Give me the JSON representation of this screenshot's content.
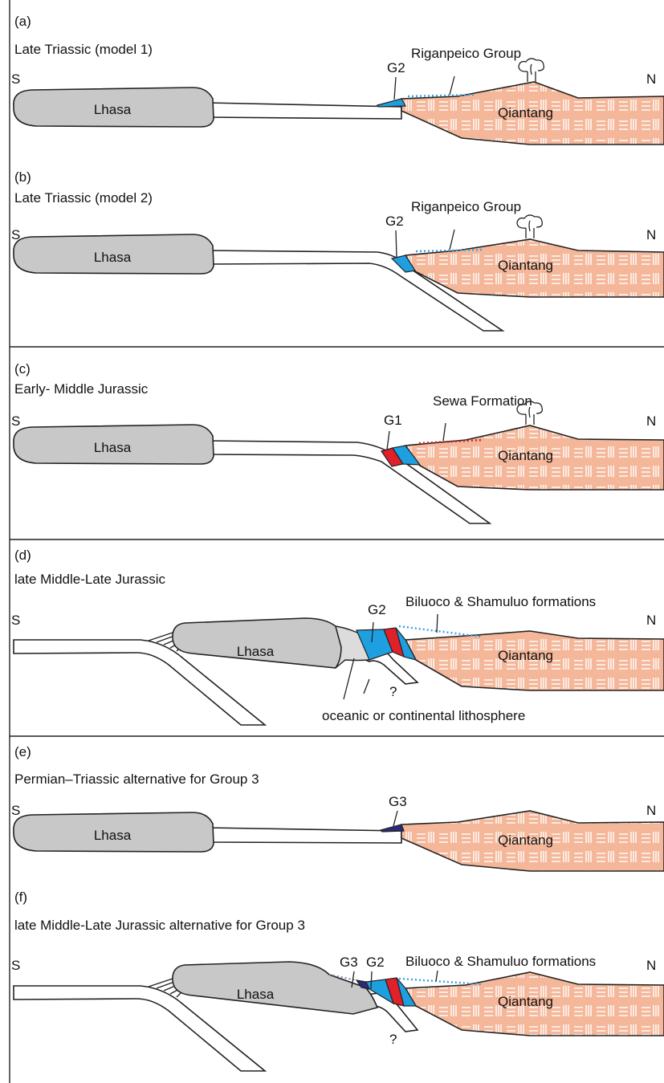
{
  "colors": {
    "lhasa": "#c8c8c8",
    "qiantang": "#f4b79a",
    "g2_blue": "#1ea0e0",
    "g1_red": "#e0202a",
    "g3_navy": "#2a2a7a",
    "dotted_blue": "#3aa0e0",
    "dotted_red": "#d0202a"
  },
  "common": {
    "south": "S",
    "north": "N",
    "lhasa": "Lhasa",
    "qiantang": "Qiantang",
    "question": "?"
  },
  "panels": [
    {
      "id": "a",
      "letter": "(a)",
      "title": "Late Triassic (model 1)",
      "group_label": "G2",
      "formation": "Riganpeico Group"
    },
    {
      "id": "b",
      "letter": "(b)",
      "title": "Late Triassic (model 2)",
      "group_label": "G2",
      "formation": "Riganpeico Group"
    },
    {
      "id": "c",
      "letter": "(c)",
      "title": "Early- Middle Jurassic",
      "group_label": "G1",
      "formation": "Sewa Formation"
    },
    {
      "id": "d",
      "letter": "(d)",
      "title": "late Middle-Late Jurassic",
      "group_label": "G2",
      "formation": "Biluoco & Shamuluo formations",
      "lithosphere": "oceanic or continental lithosphere"
    },
    {
      "id": "e",
      "letter": "(e)",
      "title": "Permian–Triassic alternative for Group 3",
      "group_label": "G3"
    },
    {
      "id": "f",
      "letter": "(f)",
      "title": "late Middle-Late Jurassic alternative for Group 3",
      "group_label_a": "G3",
      "group_label_b": "G2",
      "formation": "Biluoco & Shamuluo formations"
    }
  ]
}
